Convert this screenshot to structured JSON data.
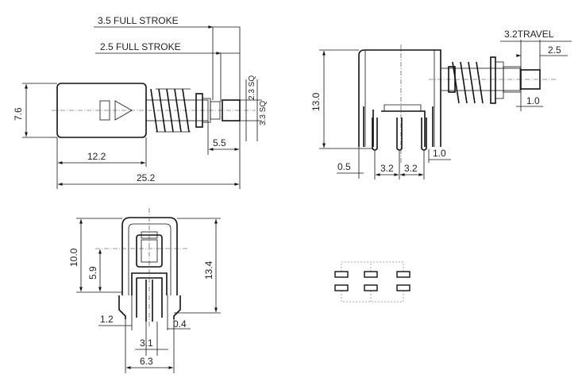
{
  "side_view": {
    "full_stroke_1": "3.5 FULL STROKE",
    "full_stroke_2": "2.5 FULL STROKE",
    "sq_1": "2.3 SQ",
    "sq_2": "3.3 SQ",
    "height": "7.6",
    "len_1": "12.2",
    "len_2": "25.2",
    "len_3": "5.5"
  },
  "top_view": {
    "travel": "3.2TRAVEL",
    "d_2_5": "2.5",
    "d_1_0_a": "1.0",
    "height": "13.0",
    "d_0_5": "0.5",
    "pitch_1": "3.2",
    "pitch_2": "3.2",
    "d_1_0_b": "1.0"
  },
  "front_view": {
    "h_10_0": "10.0",
    "h_5_9": "5.9",
    "h_13_4": "13.4",
    "d_1_2": "1.2",
    "d_0_4": "0.4",
    "d_3_1": "3.1",
    "d_6_3": "6.3"
  }
}
